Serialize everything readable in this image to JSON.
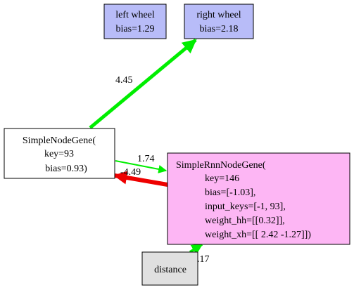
{
  "nodes": {
    "left_wheel": {
      "lines": [
        "left wheel",
        "bias=1.29"
      ],
      "fill": "#b8bcf8"
    },
    "right_wheel": {
      "lines": [
        "right wheel",
        "bias=2.18"
      ],
      "fill": "#b8bcf8"
    },
    "simple_node": {
      "lines": [
        "SimpleNodeGene(",
        "key=93",
        "bias=0.93)"
      ],
      "fill": "#ffffff"
    },
    "rnn_node": {
      "lines": [
        "SimpleRnnNodeGene(",
        "key=146",
        "bias=[-1.03],",
        "input_keys=[-1, 93],",
        "weight_hh=[[0.32]],",
        "weight_xh=[[ 2.42 -1.27]])"
      ],
      "fill": "#fdb6f4"
    },
    "distance": {
      "lines": [
        "distance"
      ],
      "fill": "#e0e0e0"
    }
  },
  "edges": {
    "simple_to_right": {
      "label": "4.45",
      "color": "#00ee00"
    },
    "simple_to_rnn": {
      "label": "1.74",
      "color": "#00ee00"
    },
    "rnn_to_simple": {
      "label": "-4.49",
      "color": "#ee0000"
    },
    "distance_to_rnn": {
      "label": "4.17",
      "color": "#00ee00"
    }
  }
}
